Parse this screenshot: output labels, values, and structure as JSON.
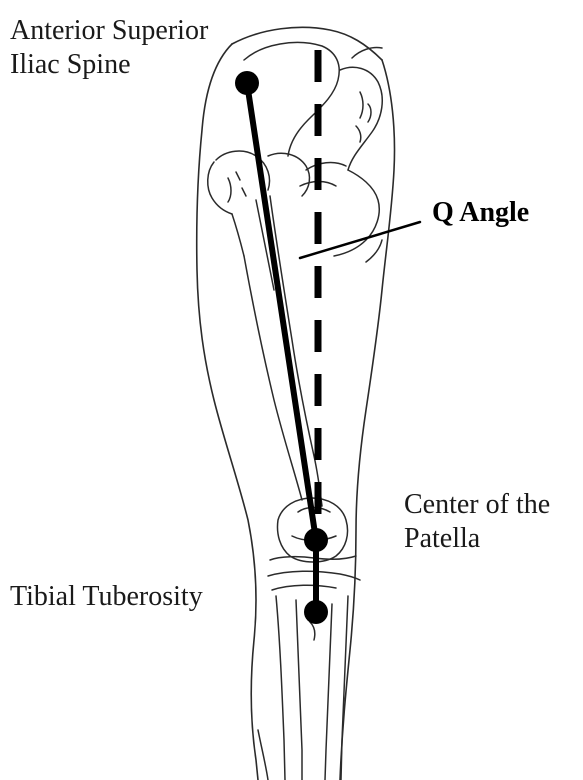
{
  "labels": {
    "asis_line1": "Anterior Superior",
    "asis_line2": "Iliac Spine",
    "q_angle": "Q Angle",
    "patella_line1": "Center of the",
    "patella_line2": "Patella",
    "tibial": "Tibial Tuberosity"
  },
  "colors": {
    "ink": "#000000",
    "sketch": "#2b2b2b",
    "background": "#ffffff"
  }
}
